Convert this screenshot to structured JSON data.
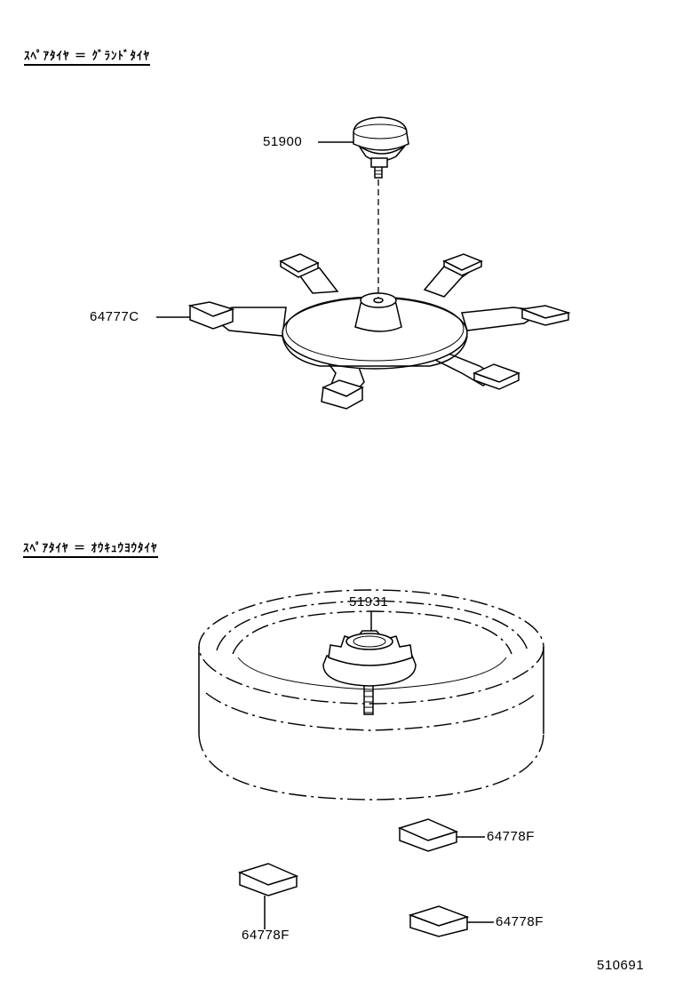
{
  "headings": {
    "top": "ｽﾍﾟｱﾀｲﾔ ＝ ｸﾞﾗﾝﾄﾞﾀｲﾔ",
    "bottom": "ｽﾍﾟｱﾀｲﾔ ＝ ｵｳｷｭｳﾖｳﾀｲﾔ"
  },
  "parts": {
    "p1": "51900",
    "p2": "64777C",
    "p3": "51931",
    "p4": "64778F",
    "p5": "64778F",
    "p6": "64778F"
  },
  "diagram_number": "510691"
}
